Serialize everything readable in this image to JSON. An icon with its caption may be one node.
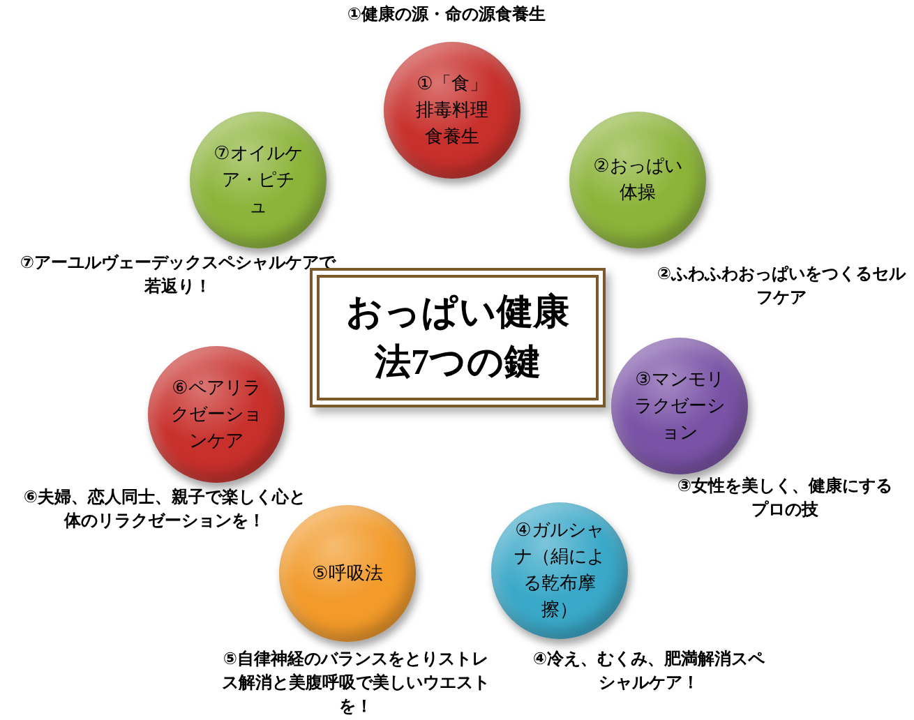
{
  "diagram": {
    "nodes": [
      {
        "text": [
          "①「食」排毒料理食養生"
        ],
        "beside": [
          "①健康の源・命の源食養生"
        ]
      },
      {
        "text": [
          "⑦オイルケア・ピチュ"
        ],
        "beside": [
          "⑦アーユルヴェーデックスペシャルケアで若返り！"
        ]
      },
      {
        "text": [
          "②おっぱい体操"
        ],
        "beside": [
          "②ふわふわおっぱいをつくるセルフケア"
        ]
      },
      {
        "text": [
          "おっぱい健康法7つの鍵"
        ]
      },
      {
        "text": [
          "⑥ペアリラクゼーションケア"
        ],
        "beside": [
          "⑥夫婦、恋人同士、親子で楽しく心と体のリラクゼーションを！"
        ]
      },
      {
        "text": [
          "③マンモリラクゼーション"
        ],
        "beside": [
          "③女性を美しく、健康にするプロの技"
        ]
      },
      {
        "text": [
          "⑤呼吸法"
        ],
        "beside": [
          "⑤自律神経のバランスをとりストレス解消と美腹呼吸で美しいウエストを！"
        ]
      },
      {
        "text": [
          "④ガルシャナ（絹による乾布摩擦）"
        ],
        "beside": [
          "④冷え、むくみ、肥満解消スペシャルケア！"
        ]
      }
    ]
  }
}
